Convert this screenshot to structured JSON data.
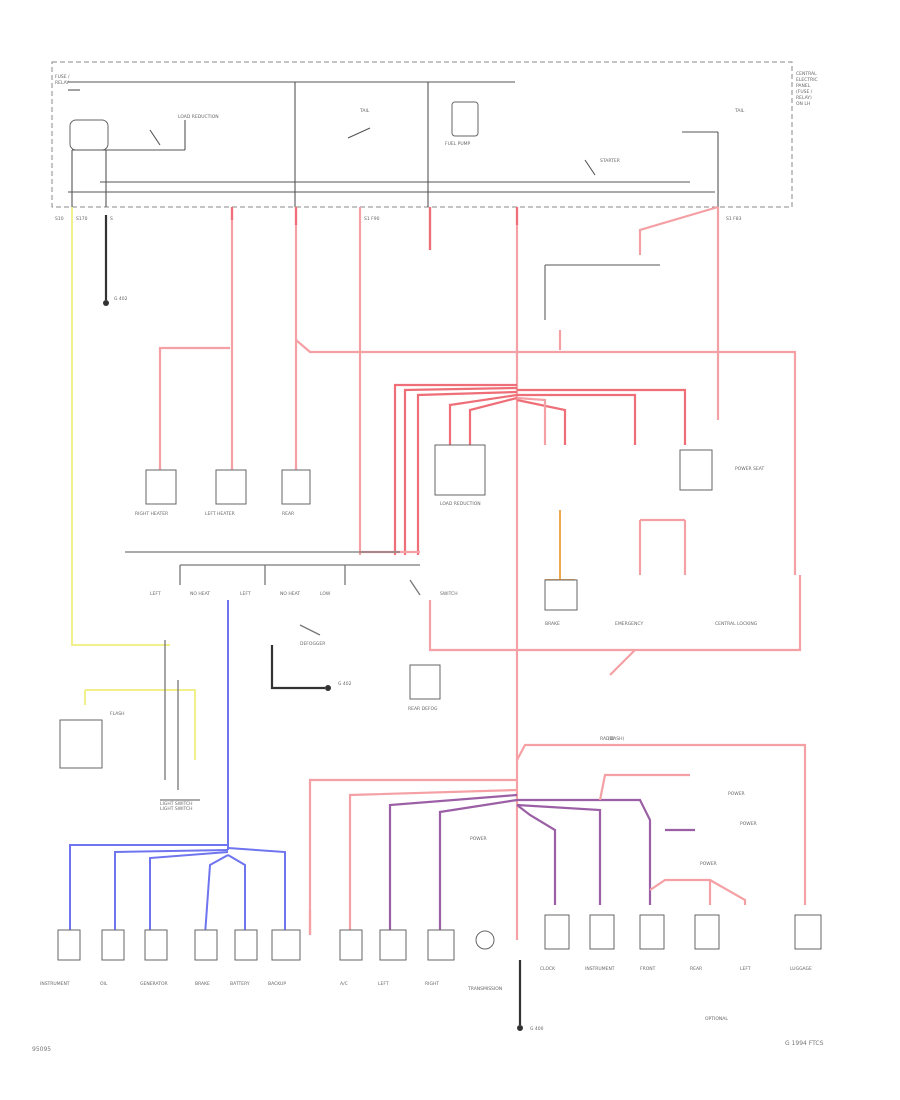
{
  "diagram": {
    "corner_left": "95095",
    "corner_right": "G 1994 FTCS",
    "labels": {
      "optional": "OPTIONAL",
      "light_switch": "LIGHT SWITCH",
      "dash": "(DASH)"
    }
  }
}
